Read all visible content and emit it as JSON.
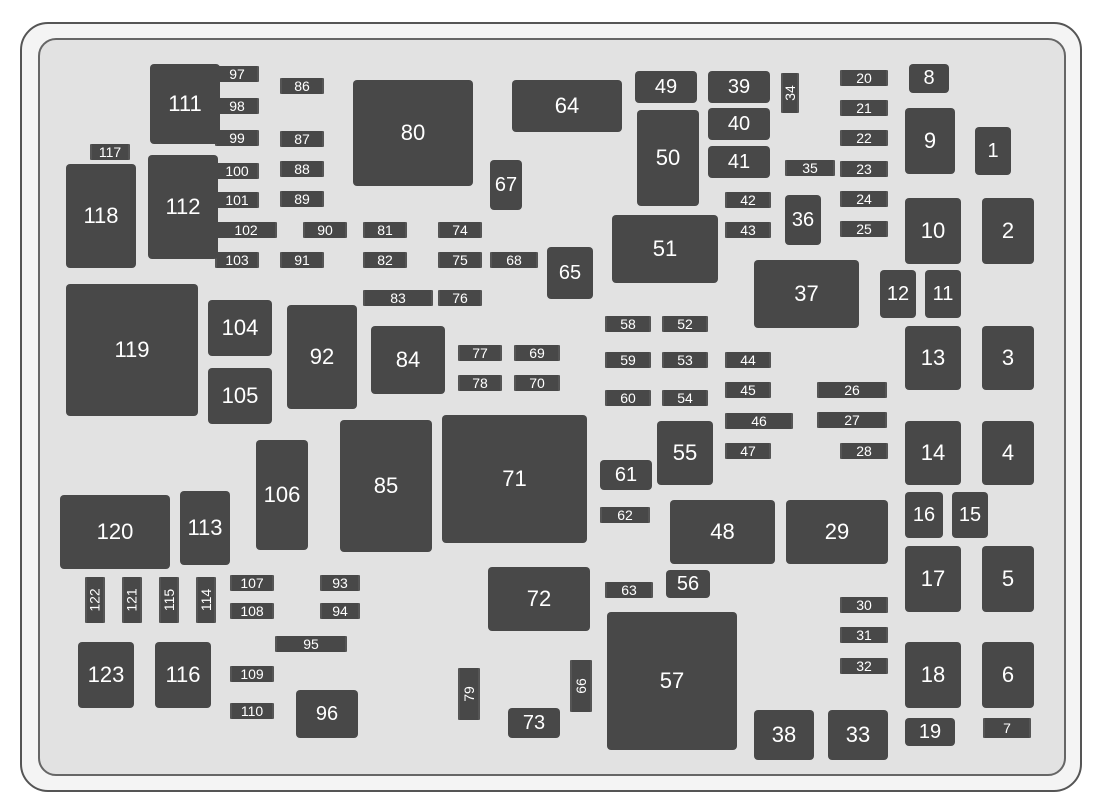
{
  "diagram": {
    "title": "",
    "fuses": [
      "1",
      "2",
      "3",
      "4",
      "5",
      "6",
      "7",
      "8",
      "9",
      "10",
      "11",
      "12",
      "13",
      "14",
      "15",
      "16",
      "17",
      "18",
      "19",
      "20",
      "21",
      "22",
      "23",
      "24",
      "25",
      "26",
      "27",
      "28",
      "29",
      "30",
      "31",
      "32",
      "33",
      "34",
      "35",
      "36",
      "37",
      "38",
      "39",
      "40",
      "41",
      "42",
      "43",
      "44",
      "45",
      "46",
      "47",
      "48",
      "49",
      "50",
      "51",
      "52",
      "53",
      "54",
      "55",
      "56",
      "57",
      "58",
      "59",
      "60",
      "61",
      "62",
      "63",
      "64",
      "65",
      "66",
      "67",
      "68",
      "69",
      "70",
      "71",
      "72",
      "73",
      "74",
      "75",
      "76",
      "77",
      "78",
      "79",
      "80",
      "81",
      "82",
      "83",
      "84",
      "85",
      "86",
      "87",
      "88",
      "89",
      "90",
      "91",
      "92",
      "93",
      "94",
      "95",
      "96",
      "97",
      "98",
      "99",
      "100",
      "101",
      "102",
      "103",
      "104",
      "105",
      "106",
      "107",
      "108",
      "109",
      "110",
      "111",
      "112",
      "113",
      "114",
      "115",
      "116",
      "117",
      "118",
      "119",
      "120",
      "121",
      "122",
      "123"
    ],
    "colors": {
      "slot": "#484848",
      "panel": "#e2e2e2"
    }
  }
}
